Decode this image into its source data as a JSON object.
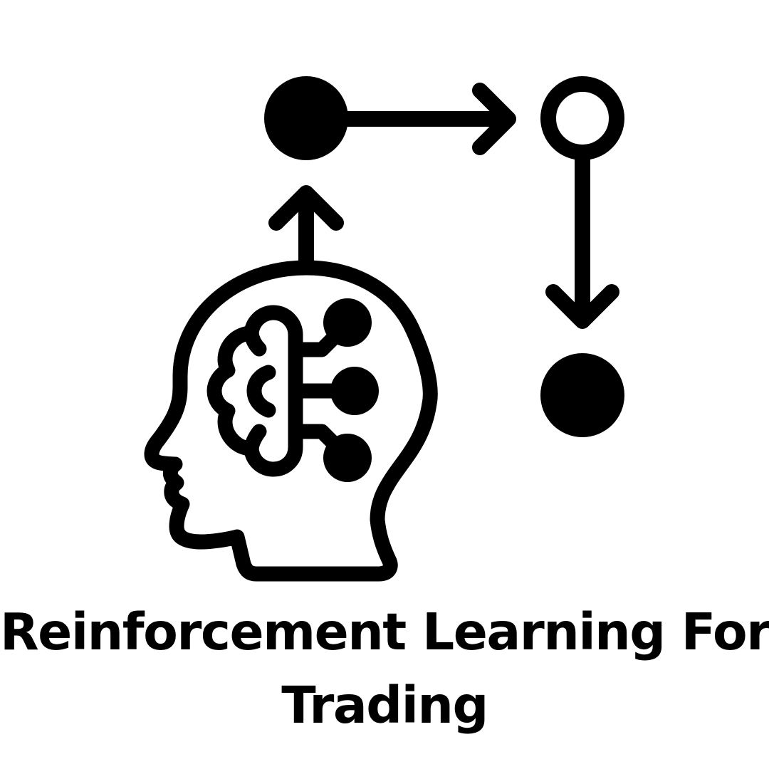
{
  "title": {
    "line1": "Reinforcement Learning For",
    "line2": "Trading",
    "full": "Reinforcement Learning For Trading"
  },
  "colors": {
    "background": "#ffffff",
    "ink": "#000000"
  },
  "diagram": {
    "description": "Reinforcement learning loop: agent (head with brain/network) acts upward to a state node, arrow right to an open node, arrow down to a filled node",
    "nodes": [
      {
        "id": "state-node",
        "style": "filled",
        "icon": "filled-circle-icon"
      },
      {
        "id": "next-state-node",
        "style": "hollow",
        "icon": "hollow-circle-icon"
      },
      {
        "id": "reward-node",
        "style": "filled",
        "icon": "filled-circle-icon"
      }
    ],
    "arrows": [
      {
        "from": "agent-head",
        "to": "state-node",
        "direction": "up",
        "icon": "arrow-up-icon"
      },
      {
        "from": "state-node",
        "to": "next-state-node",
        "direction": "right",
        "icon": "arrow-right-icon"
      },
      {
        "from": "next-state-node",
        "to": "reward-node",
        "direction": "down",
        "icon": "arrow-down-icon"
      }
    ],
    "agent": {
      "icon": "head-profile-icon",
      "inner_icon": "brain-network-icon",
      "network_nodes": 3
    }
  }
}
